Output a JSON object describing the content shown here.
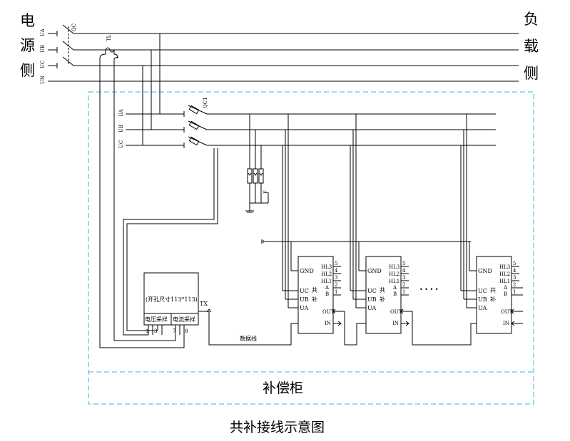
{
  "source_side_label": [
    "电",
    "源",
    "侧"
  ],
  "load_side_label": [
    "负",
    "载",
    "侧"
  ],
  "main_phase_labels": [
    "UA",
    "UB",
    "UC",
    "UN"
  ],
  "main_breaker_label": "QC",
  "ct_label": "TL",
  "branch_phase_labels": [
    "UA",
    "UB",
    "UC"
  ],
  "branch_breaker_label": "QC1",
  "fuse_label": "F",
  "controller": {
    "cutout_text": "(开孔尺寸113*113)",
    "voltage_sampling": "电压采样",
    "current_sampling": "电流采样",
    "terminals": [
      "1",
      "3",
      "7",
      "8"
    ],
    "tx_label": "TX"
  },
  "data_line_label": "数据线",
  "compensator_unit": {
    "gnd": "GND",
    "hl_labels": [
      "HL3",
      "HL2",
      "HL1"
    ],
    "hl_pins": [
      "5",
      "4",
      "3",
      "2",
      "1"
    ],
    "a_label": "A",
    "b_label": "B",
    "phase_inputs": [
      "UC",
      "UB",
      "UA"
    ],
    "co_label_1": "共",
    "co_label_2": "补",
    "out_label": "OUT",
    "in_label": "IN"
  },
  "ellipsis": "• • • •",
  "cabinet_label": "补偿柜",
  "caption": "共补接线示意图"
}
